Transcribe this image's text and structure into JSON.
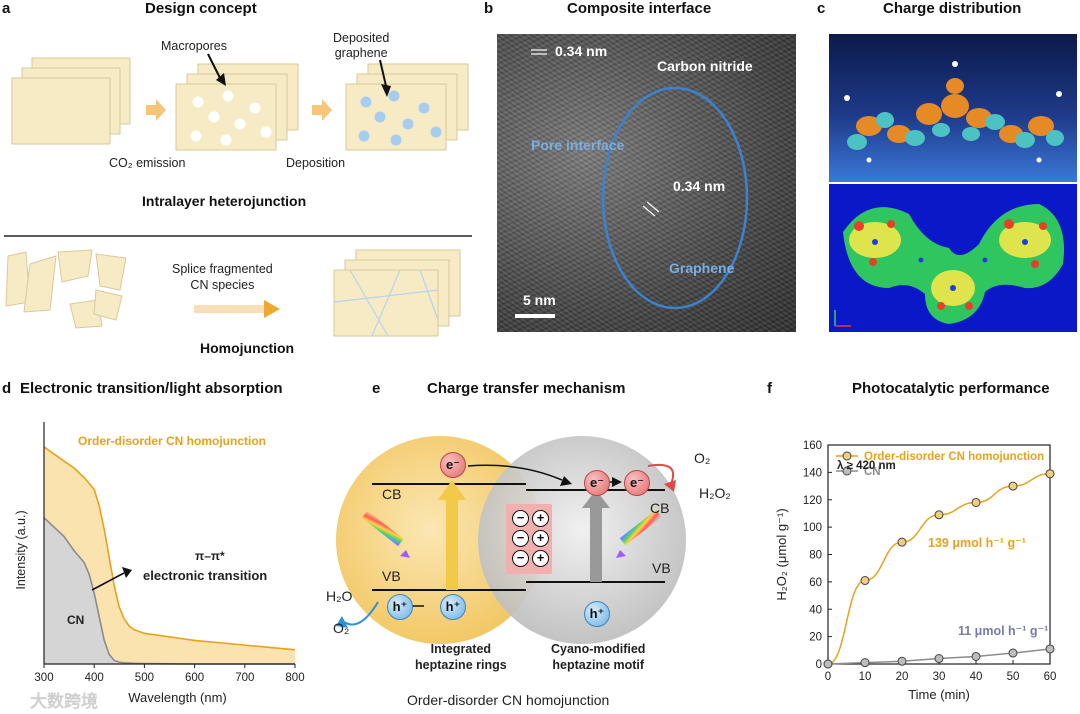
{
  "panel_a": {
    "label": "a",
    "title": "Design concept",
    "macropores": "Macropores",
    "deposited_graphene": "Deposited\ngraphene",
    "co2_emission": "CO₂ emission",
    "deposition": "Deposition",
    "intralayer": "Intralayer heterojunction",
    "splice": "Splice fragmented\nCN species",
    "homojunction": "Homojunction"
  },
  "panel_b": {
    "label": "b",
    "title": "Composite interface",
    "spacing_top": "0.34 nm",
    "carbon_nitride": "Carbon nitride",
    "pore_interface": "Pore interface",
    "spacing_mid": "0.34 nm",
    "graphene": "Graphene",
    "scale": "5 nm"
  },
  "panel_c": {
    "label": "c",
    "title": "Charge distribution"
  },
  "panel_d": {
    "label": "d",
    "title": "Electronic transition/light absorption",
    "series_label": "Order-disorder CN homojunction",
    "cn_label": "CN",
    "pi_label": "π–π*",
    "transition_label": "electronic transition"
  },
  "panel_e": {
    "label": "e",
    "title": "Charge transfer mechanism",
    "o2": "O₂",
    "h2o2": "H₂O₂",
    "cb_left": "CB",
    "cb_right": "CB",
    "vb_left": "VB",
    "vb_right": "VB",
    "h2o": "H₂O",
    "o2_out": "O₂",
    "electron": "e⁻",
    "hole": "h⁺",
    "left_caption": "Integrated\nheptazine rings",
    "right_caption": "Cyano-modified\nheptazine motif",
    "bottom_caption": "Order-disorder CN homojunction"
  },
  "panel_f": {
    "label": "f",
    "title": "Photocatalytic performance",
    "condition": "λ ≥ 420 nm",
    "annot_top": "139 μmol h⁻¹ g⁻¹",
    "annot_bottom": "11 μmol h⁻¹ g⁻¹"
  },
  "watermark": "大数跨境",
  "colors": {
    "accent_orange": "#e8a21b",
    "series_gray": "#8c8c8c",
    "blue": "#2f7fd1",
    "cream": "#f7ebc6"
  },
  "chart_data": [
    {
      "type": "area",
      "panel": "d",
      "xlabel": "Wavelength (nm)",
      "ylabel": "Intensity (a.u.)",
      "xlim": [
        300,
        800
      ],
      "x_ticks": [
        "300",
        "400",
        "500",
        "600",
        "700",
        "800"
      ],
      "grid": false,
      "series": [
        {
          "name": "Order-disorder CN homojunction",
          "color": "#e8a21b",
          "x": [
            300,
            320,
            340,
            360,
            380,
            400,
            410,
            420,
            430,
            440,
            450,
            460,
            470,
            480,
            500,
            550,
            600,
            650,
            700,
            750,
            800
          ],
          "y": [
            0.92,
            0.89,
            0.86,
            0.83,
            0.79,
            0.74,
            0.67,
            0.57,
            0.45,
            0.33,
            0.24,
            0.19,
            0.16,
            0.145,
            0.13,
            0.115,
            0.1,
            0.09,
            0.08,
            0.07,
            0.06
          ]
        },
        {
          "name": "CN",
          "color": "#8c8c8c",
          "x": [
            300,
            320,
            340,
            360,
            380,
            390,
            400,
            410,
            420,
            430,
            440,
            450,
            460,
            480,
            500,
            550,
            600,
            700,
            800
          ],
          "y": [
            0.62,
            0.58,
            0.54,
            0.48,
            0.43,
            0.38,
            0.3,
            0.2,
            0.1,
            0.04,
            0.015,
            0.008,
            0.005,
            0.003,
            0.002,
            0.001,
            0.0,
            0.0,
            0.0
          ]
        }
      ]
    },
    {
      "type": "line",
      "panel": "f",
      "xlabel": "Time (min)",
      "ylabel": "H₂O₂ (μmol g⁻¹)",
      "xlim": [
        0,
        60
      ],
      "ylim": [
        0,
        160
      ],
      "x_ticks": [
        0,
        10,
        20,
        30,
        40,
        50,
        60
      ],
      "y_ticks": [
        0,
        20,
        40,
        60,
        80,
        100,
        120,
        140,
        160
      ],
      "legend": "top-left",
      "grid": false,
      "series": [
        {
          "name": "Order-disorder CN homojunction",
          "color": "#e8a21b",
          "x": [
            0,
            10,
            20,
            30,
            40,
            50,
            60
          ],
          "y": [
            0,
            61,
            89,
            109,
            118,
            130,
            139
          ]
        },
        {
          "name": "CN",
          "color": "#8c8c8c",
          "x": [
            0,
            10,
            20,
            30,
            40,
            50,
            60
          ],
          "y": [
            0,
            1,
            2,
            4,
            5.5,
            8,
            11
          ]
        }
      ]
    }
  ]
}
